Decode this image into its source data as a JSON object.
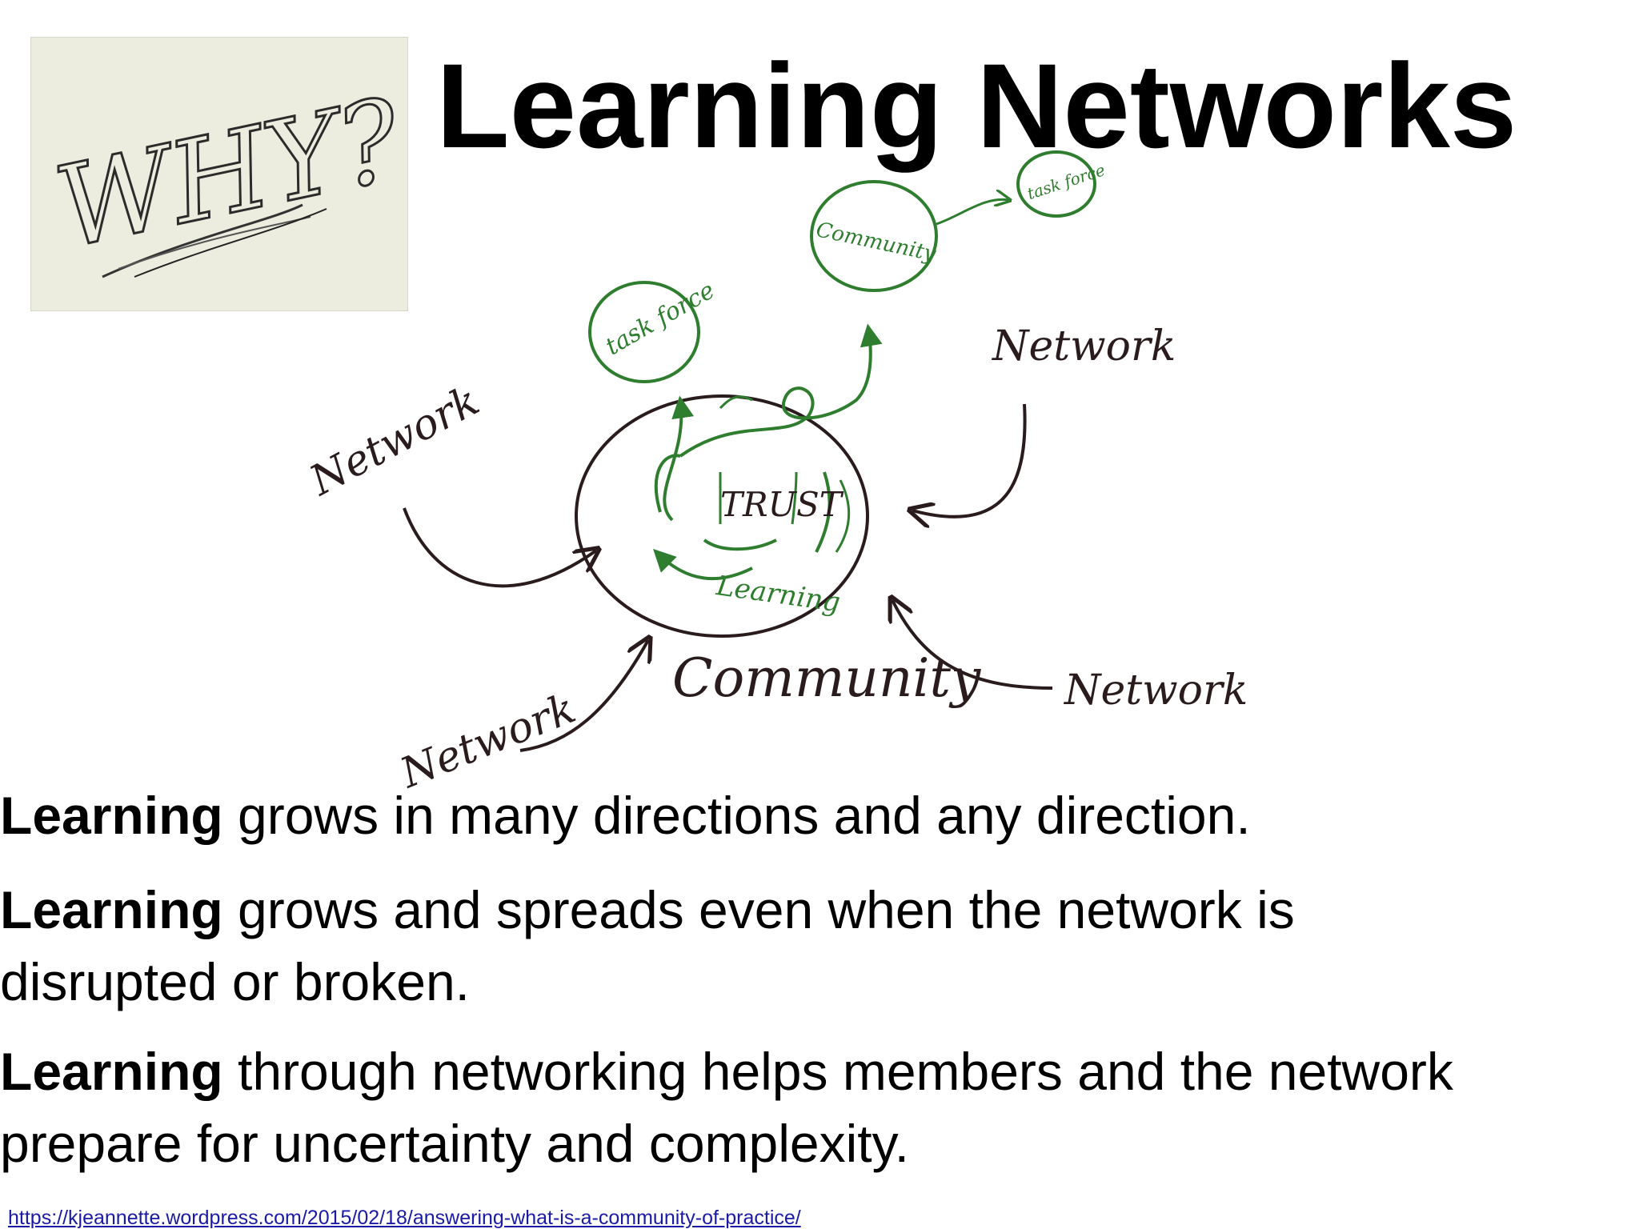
{
  "title": "Learning Networks",
  "photo": {
    "handwriting": "WHY?"
  },
  "diagram": {
    "center_label": "Community",
    "inner_labels": {
      "trust": "TRUST",
      "learning": "Learning"
    },
    "task_force_label_1": "task force",
    "task_force_label_2": "task force",
    "community_small_label": "Community",
    "network_labels": [
      "Network",
      "Network",
      "Network",
      "Network"
    ]
  },
  "paragraphs": [
    {
      "bold": "Learning",
      "text": " grows in many directions and any direction."
    },
    {
      "bold": "Learning",
      "text": " grows and spreads even when the network is",
      "text2": "disrupted or broken."
    },
    {
      "bold": "Learning",
      "text": " through networking helps members and the network",
      "text2": "prepare for uncertainty and complexity."
    }
  ],
  "source_url": "https://kjeannette.wordpress.com/2015/02/18/answering-what-is-a-community-of-practice/",
  "colors": {
    "green": "#2f7d2f",
    "ink": "#2a1c1c",
    "link": "#1a1aa6"
  }
}
